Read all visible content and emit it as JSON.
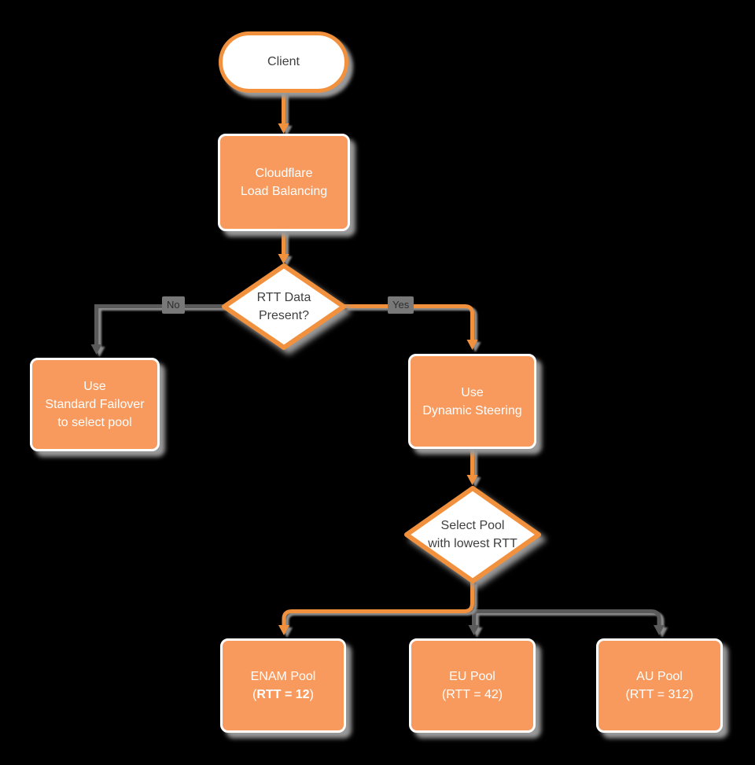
{
  "diagram": {
    "title_hint": "Cloudflare Load Balancing dynamic steering flowchart",
    "colors": {
      "background": "#000000",
      "node_fill_orange": "#F89A5E",
      "node_border_white": "#FFFFFF",
      "accent_orange_stroke": "#F1913E",
      "gray_line": "#5A5A5A",
      "shadow_gray": "#9A9A9A",
      "dark_text": "#3F3F3F",
      "light_text": "#FFFFFF",
      "edge_label_bg": "#787878"
    },
    "nodes": {
      "client": {
        "label": "Client"
      },
      "load_balancing": {
        "line1": "Cloudflare",
        "line2": "Load Balancing"
      },
      "rtt_decision": {
        "line1": "RTT Data",
        "line2": "Present?"
      },
      "standard_failover": {
        "line1": "Use",
        "line2": "Standard Failover",
        "line3": "to select pool"
      },
      "dynamic_steering": {
        "line1": "Use",
        "line2": "Dynamic Steering"
      },
      "select_pool": {
        "line1": "Select Pool",
        "line2": "with lowest RTT"
      },
      "enam_pool": {
        "line1": "ENAM Pool",
        "line2_prefix": "(",
        "line2_bold": "RTT = 12",
        "line2_suffix": ")"
      },
      "eu_pool": {
        "line1": "EU Pool",
        "line2": "(RTT = 42)"
      },
      "au_pool": {
        "line1": "AU Pool",
        "line2": "(RTT = 312)"
      }
    },
    "edge_labels": {
      "no": "No",
      "yes": "Yes"
    }
  }
}
